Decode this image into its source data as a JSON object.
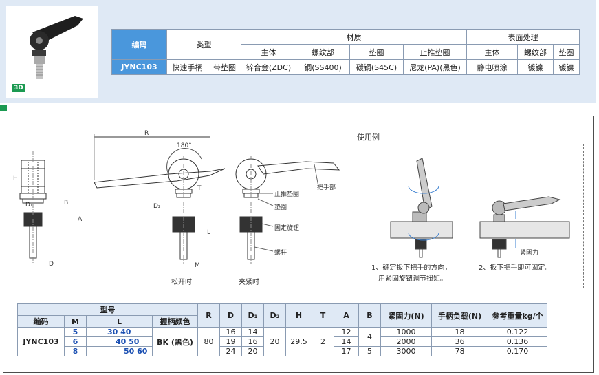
{
  "top_badge": "3D",
  "spec": {
    "h_code": "编码",
    "h_type": "类型",
    "h_material": "材质",
    "h_surface": "表面处理",
    "sub_main": "主体",
    "sub_thread": "螺纹部",
    "sub_washer": "垫圈",
    "sub_stop_washer": "止推垫圈",
    "sub_surface_main": "主体",
    "sub_surface_thread": "螺纹部",
    "sub_surface_washer": "垫圈",
    "row": {
      "code": "JYNC103",
      "type1": "快速手柄",
      "type2": "带垫圈",
      "main": "锌合金(ZDC)",
      "thread": "钢(SS400)",
      "washer": "碳钢(S45C)",
      "stop": "尼龙(PA)(黑色)",
      "surf_main": "静电喷涂",
      "surf_thread": "镀镍",
      "surf_washer": "镀镍"
    }
  },
  "diagram": {
    "R": "R",
    "angle": "180°",
    "H": "H",
    "D1": "D₁",
    "B": "B",
    "A": "A",
    "D": "D",
    "D2": "D₂",
    "T": "T",
    "L": "L",
    "M": "M",
    "label_stop_washer": "止推垫圈",
    "label_washer": "垫圈",
    "label_knob": "固定旋钮",
    "label_screw": "螺杆",
    "label_handle": "把手部",
    "caption_open": "松开时",
    "caption_clamp": "夹紧时",
    "usage_title": "使用例",
    "usage_step1_line1": "1、确定扳下把手的方向，",
    "usage_step1_line2": "用紧固旋钮调节扭矩。",
    "usage_step2": "2、扳下把手即可固定。",
    "usage_clamp_label": "紧固力"
  },
  "model_table": {
    "h_model": "型号",
    "h_code": "编码",
    "h_M": "M",
    "h_L": "L",
    "h_color": "握柄颜色",
    "h_R": "R",
    "h_D": "D",
    "h_D1": "D₁",
    "h_D2": "D₂",
    "h_H": "H",
    "h_T": "T",
    "h_A": "A",
    "h_B": "B",
    "h_force": "紧固力(N)",
    "h_load": "手柄负载(N)",
    "h_weight": "参考重量kg/个",
    "code": "JYNC103",
    "color": "BK (黑色)",
    "R": "80",
    "D2": "20",
    "H": "29.5",
    "T": "2",
    "B1": "4",
    "rows": [
      {
        "M": "5",
        "L": "30  40",
        "D": "16",
        "D1": "14",
        "A": "12",
        "B": "",
        "force": "1000",
        "load": "18",
        "weight": "0.122"
      },
      {
        "M": "6",
        "L": "40  50",
        "D": "19",
        "D1": "16",
        "A": "14",
        "B": "",
        "force": "2000",
        "load": "36",
        "weight": "0.136"
      },
      {
        "M": "8",
        "L": "50  60",
        "D": "24",
        "D1": "20",
        "A": "17",
        "B": "5",
        "force": "3000",
        "load": "78",
        "weight": "0.170"
      }
    ]
  }
}
